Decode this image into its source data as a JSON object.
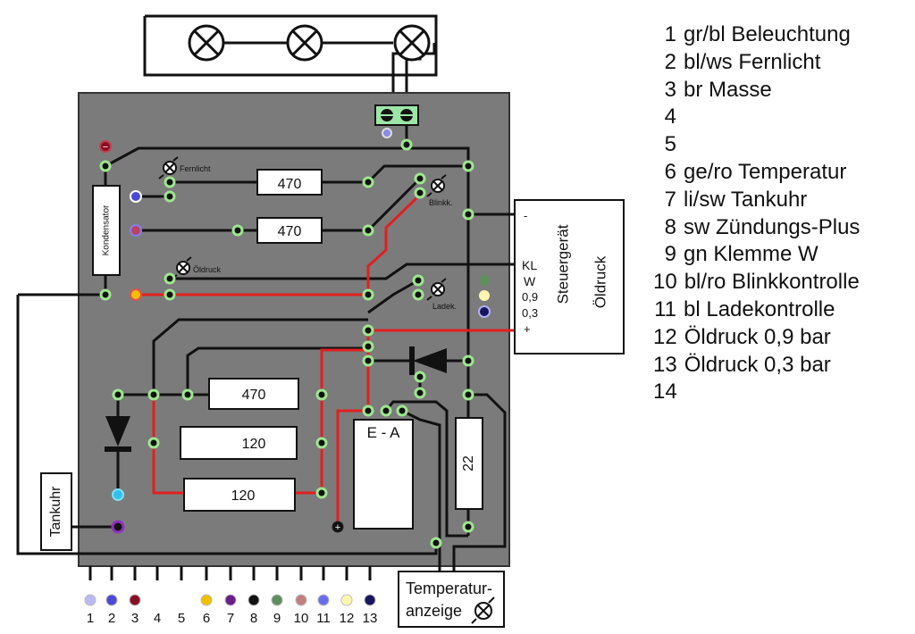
{
  "resistors": {
    "r1": "470",
    "r2": "470",
    "r3": "470",
    "r4": "120",
    "r5": "120",
    "r6": "22"
  },
  "lamps": {
    "fernlicht": "Fernlicht",
    "blinkk": "Blinkk.",
    "oeldruck": "Öldruck",
    "ladek": "Ladek."
  },
  "components": {
    "kondensator": "Kondensator",
    "tankuhr": "Tankuhr",
    "ea": "E - A",
    "temp_line1": "Temperatur-",
    "temp_line2": "anzeige",
    "minus_sign": "−",
    "plus_sign": "+"
  },
  "steuergeraet": {
    "title": "Steuergerät",
    "subtitle": "Öldruck",
    "pins": [
      "-",
      "KL",
      "W",
      "0,9",
      "0,3",
      "+"
    ]
  },
  "connector_numbers": [
    "1",
    "2",
    "3",
    "4",
    "5",
    "6",
    "7",
    "8",
    "9",
    "10",
    "11",
    "12",
    "13"
  ],
  "connector_colors": [
    "#b9b9f2",
    "#4a4ad6",
    "#8a0f22",
    "",
    "",
    "#f0c000",
    "#6b1d8c",
    "#111111",
    "#5f8f5f",
    "#c08080",
    "#6a6af0",
    "#fff7b0",
    "#151560"
  ],
  "legend": [
    {
      "num": "1",
      "text": "gr/bl  Beleuchtung"
    },
    {
      "num": "2",
      "text": "bl/ws  Fernlicht"
    },
    {
      "num": "3",
      "text": "br  Masse"
    },
    {
      "num": "4",
      "text": ""
    },
    {
      "num": "5",
      "text": ""
    },
    {
      "num": "6",
      "text": "ge/ro  Temperatur"
    },
    {
      "num": "7",
      "text": "li/sw  Tankuhr"
    },
    {
      "num": "8",
      "text": "sw  Zündungs-Plus"
    },
    {
      "num": "9",
      "text": "gn  Klemme W"
    },
    {
      "num": "10",
      "text": "bl/ro  Blinkkontrolle"
    },
    {
      "num": "11",
      "text": "bl Ladekontrolle"
    },
    {
      "num": "12",
      "text": "Öldruck 0,9 bar"
    },
    {
      "num": "13",
      "text": "Öldruck 0,3 bar"
    },
    {
      "num": "14",
      "text": ""
    }
  ]
}
